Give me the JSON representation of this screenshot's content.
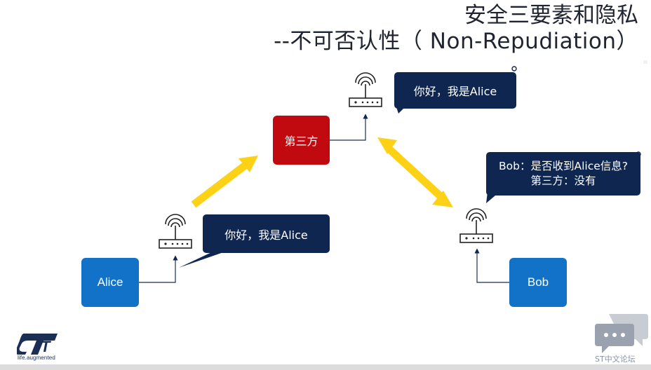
{
  "title": {
    "line1": "安全三要素和隐私",
    "line2": "--不可否认性（ Non-Repudiation）"
  },
  "nodes": {
    "alice": "Alice",
    "bob": "Bob",
    "third_party": "第三方"
  },
  "bubbles": {
    "top": "你好，我是Alice",
    "left": "你好，我是Alice",
    "right_line1": "Bob：是否收到Alice信息?",
    "right_line2": "第三方：没有"
  },
  "footer": {
    "tagline": "life.augmented",
    "forum_label": "ST中文论坛"
  },
  "colors": {
    "node_blue": "#1272c8",
    "node_red": "#c10a10",
    "bubble_navy": "#0f2651",
    "arrow_yellow": "#fcd116"
  },
  "icons": [
    "router-icon",
    "st-logo",
    "chat-forum-icon"
  ]
}
